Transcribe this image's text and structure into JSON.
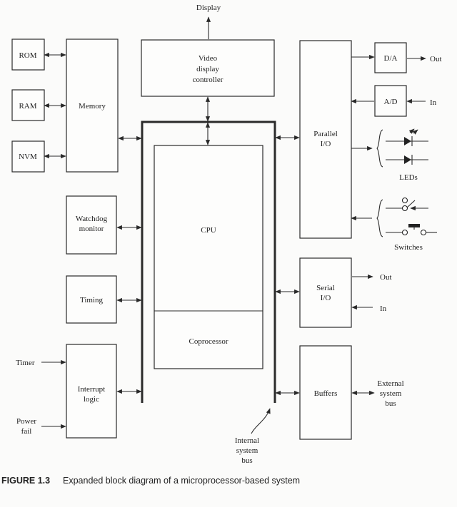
{
  "blocks": {
    "rom": "ROM",
    "ram": "RAM",
    "nvm": "NVM",
    "memory": "Memory",
    "watchdog": [
      "Watchdog",
      "monitor"
    ],
    "timing": "Timing",
    "interrupt": [
      "Interrupt",
      "logic"
    ],
    "video": [
      "Video",
      "display",
      "controller"
    ],
    "cpu": "CPU",
    "coprocessor": "Coprocessor",
    "parallel_io": [
      "Parallel",
      "I/O"
    ],
    "serial_io": [
      "Serial",
      "I/O"
    ],
    "buffers": "Buffers",
    "da": "D/A",
    "ad": "A/D"
  },
  "signals": {
    "display": "Display",
    "out_da": "Out",
    "in_ad": "In",
    "leds": "LEDs",
    "switches": "Switches",
    "serial_out": "Out",
    "serial_in": "In",
    "timer": "Timer",
    "power_fail": [
      "Power",
      "fail"
    ],
    "external_bus": [
      "External",
      "system",
      "bus"
    ],
    "internal_bus": [
      "Internal",
      "system",
      "bus"
    ]
  },
  "caption": {
    "label": "FIGURE 1.3",
    "text": "Expanded block diagram of a microprocessor-based system"
  }
}
